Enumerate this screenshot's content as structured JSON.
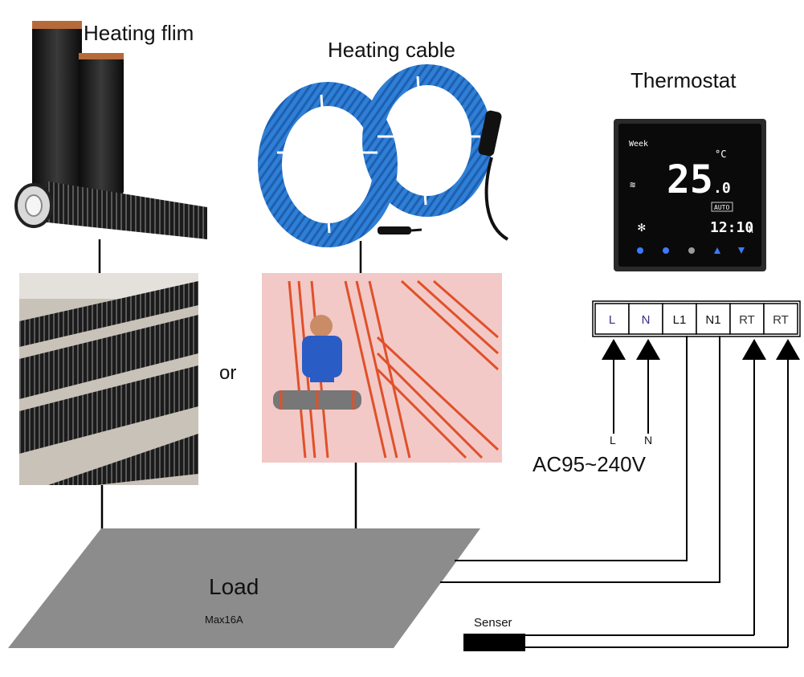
{
  "labels": {
    "heating_film": "Heating flim",
    "heating_cable": "Heating cable",
    "thermostat": "Thermostat",
    "or": "or",
    "load": "Load",
    "load_max": "Max16A",
    "sensor": "Senser",
    "power": "AC95~240V",
    "wire_l": "L",
    "wire_n": "N"
  },
  "terminals": [
    {
      "label": "L",
      "color": "#3b2f80"
    },
    {
      "label": "N",
      "color": "#3b2f80"
    },
    {
      "label": "L1",
      "color": "#111111"
    },
    {
      "label": "N1",
      "color": "#111111"
    },
    {
      "label": "RT",
      "color": "#333333"
    },
    {
      "label": "RT",
      "color": "#333333"
    }
  ],
  "thermostat_display": {
    "week": "Week",
    "temperature": "25",
    "decimal": ".0",
    "unit": "°C",
    "mode": "AUTO",
    "time": "12:10",
    "time_unit": "h",
    "button_color": "#3a7bff"
  },
  "colors": {
    "cable": "#2f7fd6",
    "load_fill": "#8c8c8c",
    "heating_element": "#e0502a",
    "screen": "#0a0a0a"
  }
}
